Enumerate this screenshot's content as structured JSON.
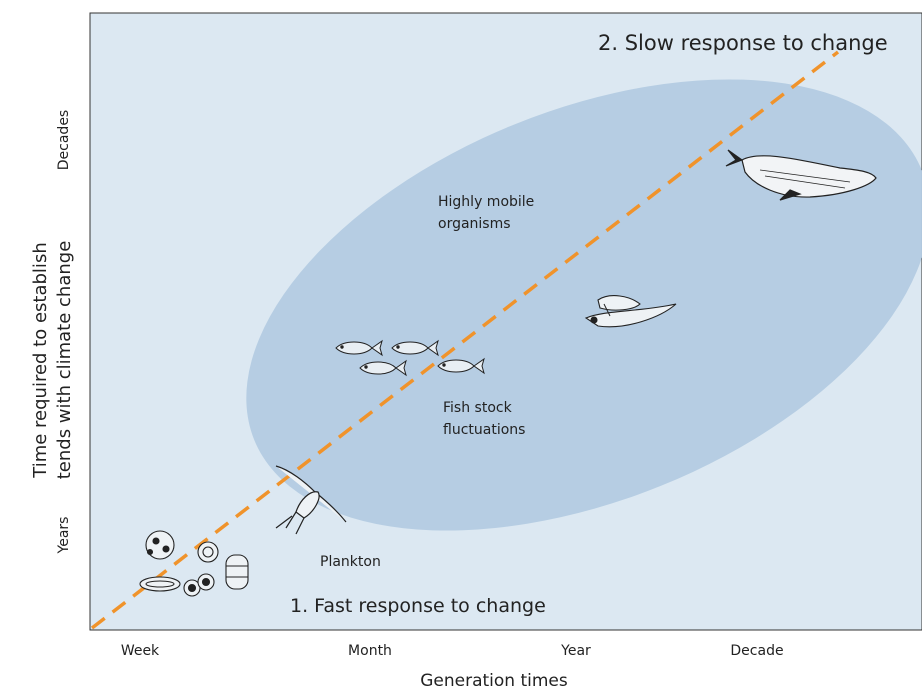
{
  "title_slow": "2. Slow response to change",
  "title_fast": "1. Fast response to change",
  "y_axis": {
    "line1": "Time required to establish",
    "line2": "tends with climate change",
    "tick_top": "Decades",
    "tick_bottom": "Years"
  },
  "x_axis": {
    "label": "Generation times",
    "ticks": [
      "Week",
      "Month",
      "Year",
      "Decade"
    ]
  },
  "labels": {
    "mobile_1": "Highly mobile",
    "mobile_2": "organisms",
    "fish_1": "Fish stock",
    "fish_2": "fluctuations",
    "plankton": "Plankton"
  },
  "icons": [
    "whale-icon",
    "penguins-icon",
    "fish-school-icon",
    "copepod-icon",
    "plankton-cluster-icon"
  ],
  "colors": {
    "plot_bg": "#dce8f2",
    "ellipse": "#b3cbe2",
    "trend_line": "#f0932b",
    "frame": "#333333"
  }
}
